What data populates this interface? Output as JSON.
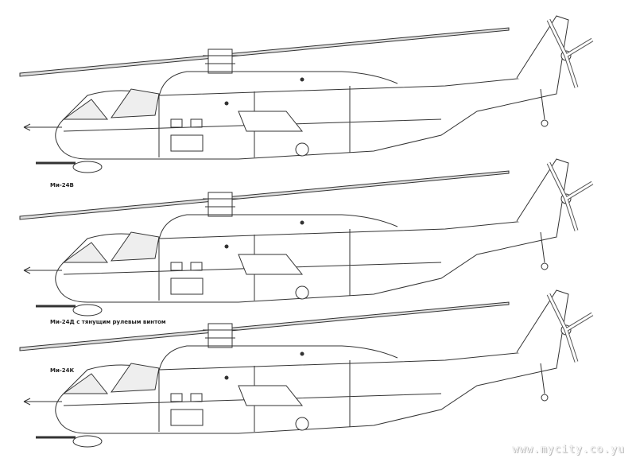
{
  "labels": {
    "variant_1": "Ми-24В",
    "variant_2": "Ми-24Д с тянущим рулевым винтом",
    "variant_3": "Ми-24К"
  },
  "watermark": "www.mycity.co.yu"
}
